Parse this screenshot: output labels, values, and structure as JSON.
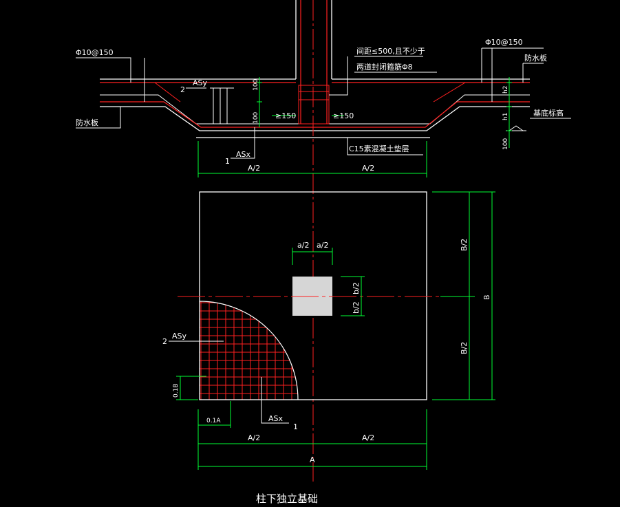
{
  "title": "柱下独立基础",
  "section": {
    "left_rebar": "Φ10@150",
    "right_rebar": "Φ10@150",
    "left_board": "防水板",
    "right_board": "防水板",
    "note_line1": "间距≤500,且不少于",
    "note_line2": "两道封闭箍筋Φ8",
    "asy_num": "2",
    "asy": "ASy",
    "asx_num": "1",
    "asx": "ASx",
    "dim_100a": "100",
    "dim_100b": "100",
    "dim_100c": "100",
    "ge150_left": "≥150",
    "ge150_right": "≥150",
    "h2": "h2",
    "h1": "h1",
    "base_level": "基底标高",
    "cushion": "C15素混凝土垫层",
    "half_a_left": "A/2",
    "half_a_right": "A/2"
  },
  "plan": {
    "a2_left": "a/2",
    "a2_right": "a/2",
    "b2_top": "b/2",
    "b2_bottom": "b/2",
    "B2_top": "B/2",
    "B2_bottom": "B/2",
    "B": "B",
    "asy_num": "2",
    "asy": "ASy",
    "asx": "ASx",
    "asx_num": "1",
    "dim_01B": "0.1B",
    "dim_01A": "0.1A",
    "A2_left": "A/2",
    "A2_right": "A/2",
    "A": "A"
  },
  "colors": {
    "line": "#ffffff",
    "rebar": "#ff2020",
    "dim": "#00ff33",
    "column": "#d6d6d6"
  }
}
